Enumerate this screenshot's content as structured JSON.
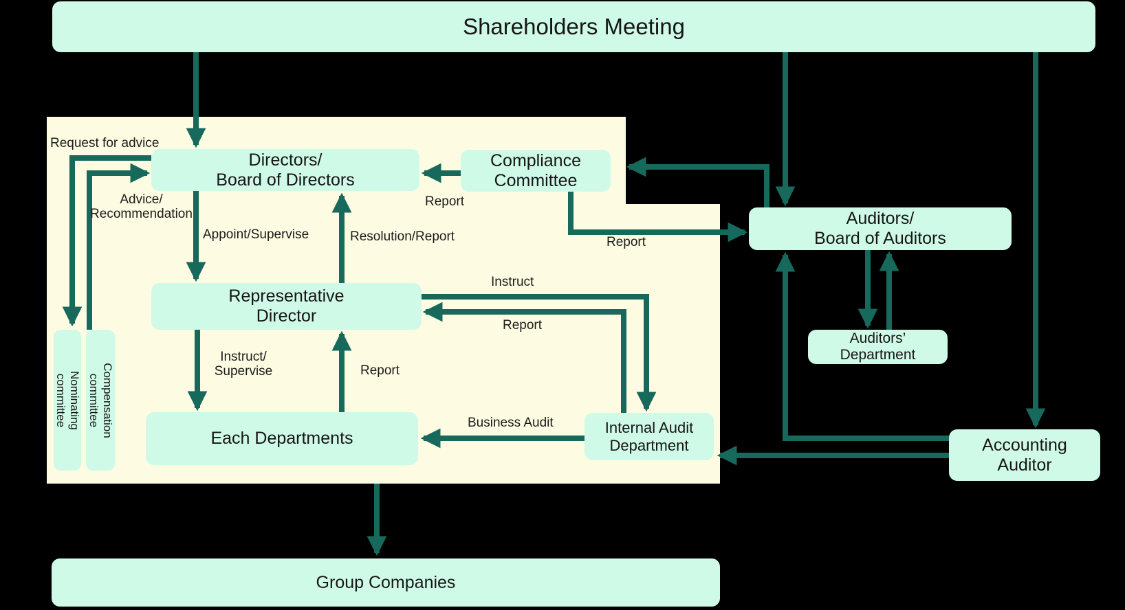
{
  "colors": {
    "background": "#000000",
    "panel": "#fdfce2",
    "node_fill": "#cffae7",
    "arrow": "#17695c",
    "text": "#1a1a1a"
  },
  "nodes": {
    "shareholders": {
      "label": "Shareholders Meeting"
    },
    "directors": {
      "line1": "Directors/",
      "line2": "Board of Directors"
    },
    "compliance": {
      "line1": "Compliance",
      "line2": "Committee"
    },
    "auditors": {
      "line1": "Auditors/",
      "line2": "Board of Auditors"
    },
    "representative": {
      "line1": "Representative",
      "line2": "Director"
    },
    "auditors_department": {
      "line1": "Auditors’",
      "line2": "Department"
    },
    "each_departments": {
      "label": "Each Departments"
    },
    "internal_audit": {
      "line1": "Internal Audit",
      "line2": "Department"
    },
    "accounting_auditor": {
      "line1": "Accounting",
      "line2": "Auditor"
    },
    "group_companies": {
      "label": "Group Companies"
    },
    "nominating_committee": {
      "line1": "Nominating",
      "line2": "committee"
    },
    "compensation_committee": {
      "line1": "Compensation",
      "line2": "committee"
    }
  },
  "edge_labels": {
    "request_for_advice": "Request for advice",
    "advice_line1": "Advice/",
    "advice_line2": "Recommendation",
    "appoint_supervise": "Appoint/Supervise",
    "resolution_report": "Resolution/Report",
    "report_to_directors": "Report",
    "report_to_auditors": "Report",
    "instruct": "Instruct",
    "report_to_representative": "Report",
    "instruct_supervise_line1": "Instruct/",
    "instruct_supervise_line2": "Supervise",
    "report_from_each_departments": "Report",
    "business_audit": "Business Audit"
  }
}
